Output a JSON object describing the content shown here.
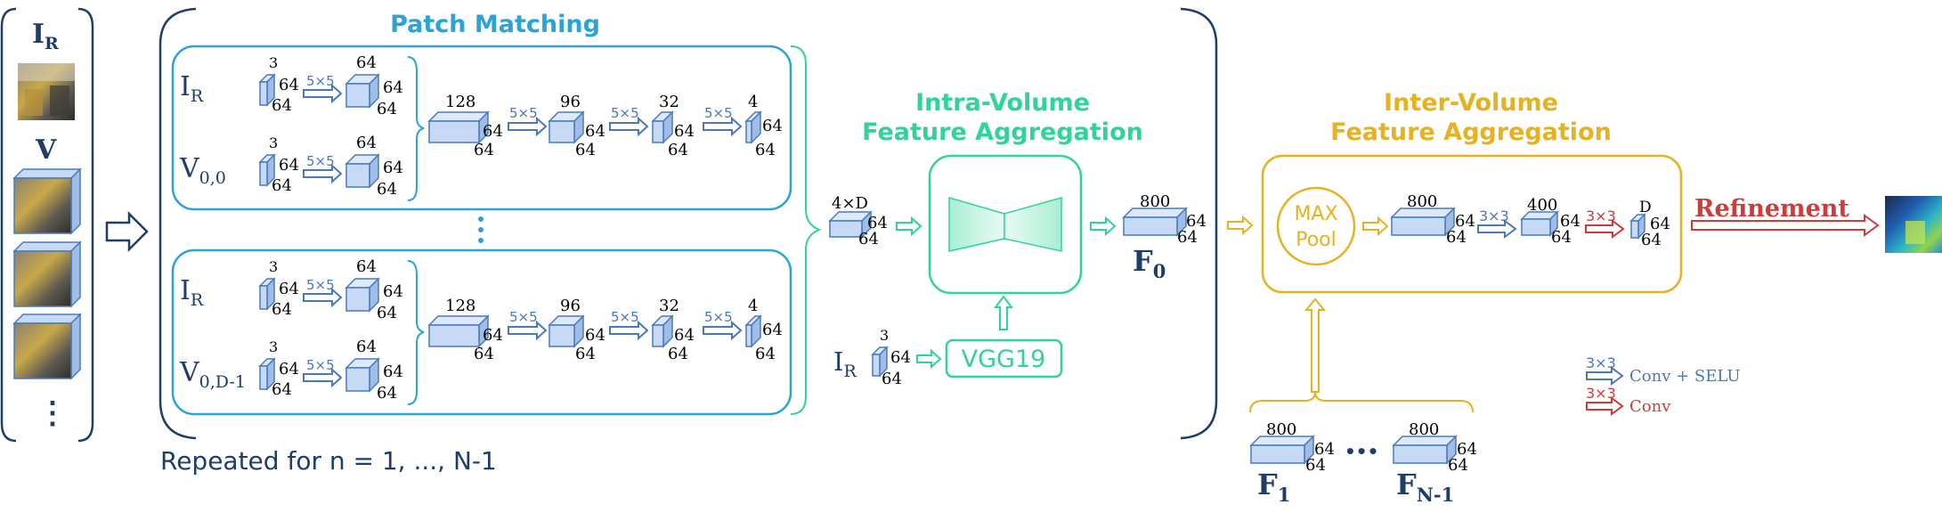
{
  "colors": {
    "navy": "#1f3d66",
    "patch_blue": "#2aa3d6",
    "intra_green": "#2fd49a",
    "inter_gold": "#e6b21f",
    "refine_red": "#d23a3a",
    "conv_selu_blue": "#4a78b8",
    "cube_fill": "#c6d9f5",
    "cube_edge": "#4a7ab8"
  },
  "inputs": {
    "ir": "I",
    "ir_sub": "R",
    "v": "V",
    "vdots": "⋮"
  },
  "patch_matching": {
    "title": "Patch Matching",
    "blocks": [
      {
        "row1_label": "I",
        "row1_sub": "R",
        "row2_label": "V",
        "row2_sub": "0,0"
      },
      {
        "row1_label": "I",
        "row1_sub": "R",
        "row2_label": "V",
        "row2_sub": "0,D-1"
      }
    ],
    "between_dots": "⋮",
    "repeat_note": "Repeated for n = 1, ..., N-1",
    "in_channels": "3",
    "first_out": "64",
    "spatial": "64",
    "kernel": "5×5",
    "merge_channels": [
      "128",
      "96",
      "32",
      "4"
    ]
  },
  "intra_volume": {
    "title_line1": "Intra-Volume",
    "title_line2": "Feature Aggregation",
    "input_channels": "4×D",
    "spatial": "64",
    "vgg_label": "VGG19",
    "vgg_input_label": "I",
    "vgg_input_sub": "R",
    "vgg_input_channels": "3",
    "output_channels": "800",
    "output_label": "F",
    "output_sub": "0"
  },
  "inter_volume": {
    "title_line1": "Inter-Volume",
    "title_line2": "Feature Aggregation",
    "maxpool_line1": "MAX",
    "maxpool_line2": "Pool",
    "pool_out": "800",
    "conv_kernel": "3×3",
    "mid_channels": "400",
    "out_channels": "D",
    "spatial": "64",
    "extra_inputs": [
      {
        "channels": "800",
        "label": "F",
        "sub": "1"
      },
      {
        "channels": "800",
        "label": "F",
        "sub": "N-1"
      }
    ],
    "ellipsis": "•••"
  },
  "refinement": {
    "label": "Refinement"
  },
  "legend": [
    {
      "kernel": "3×3",
      "text": "Conv + SELU",
      "color": "#4a78b8"
    },
    {
      "kernel": "3×3",
      "text": "Conv",
      "color": "#d23a3a"
    }
  ]
}
